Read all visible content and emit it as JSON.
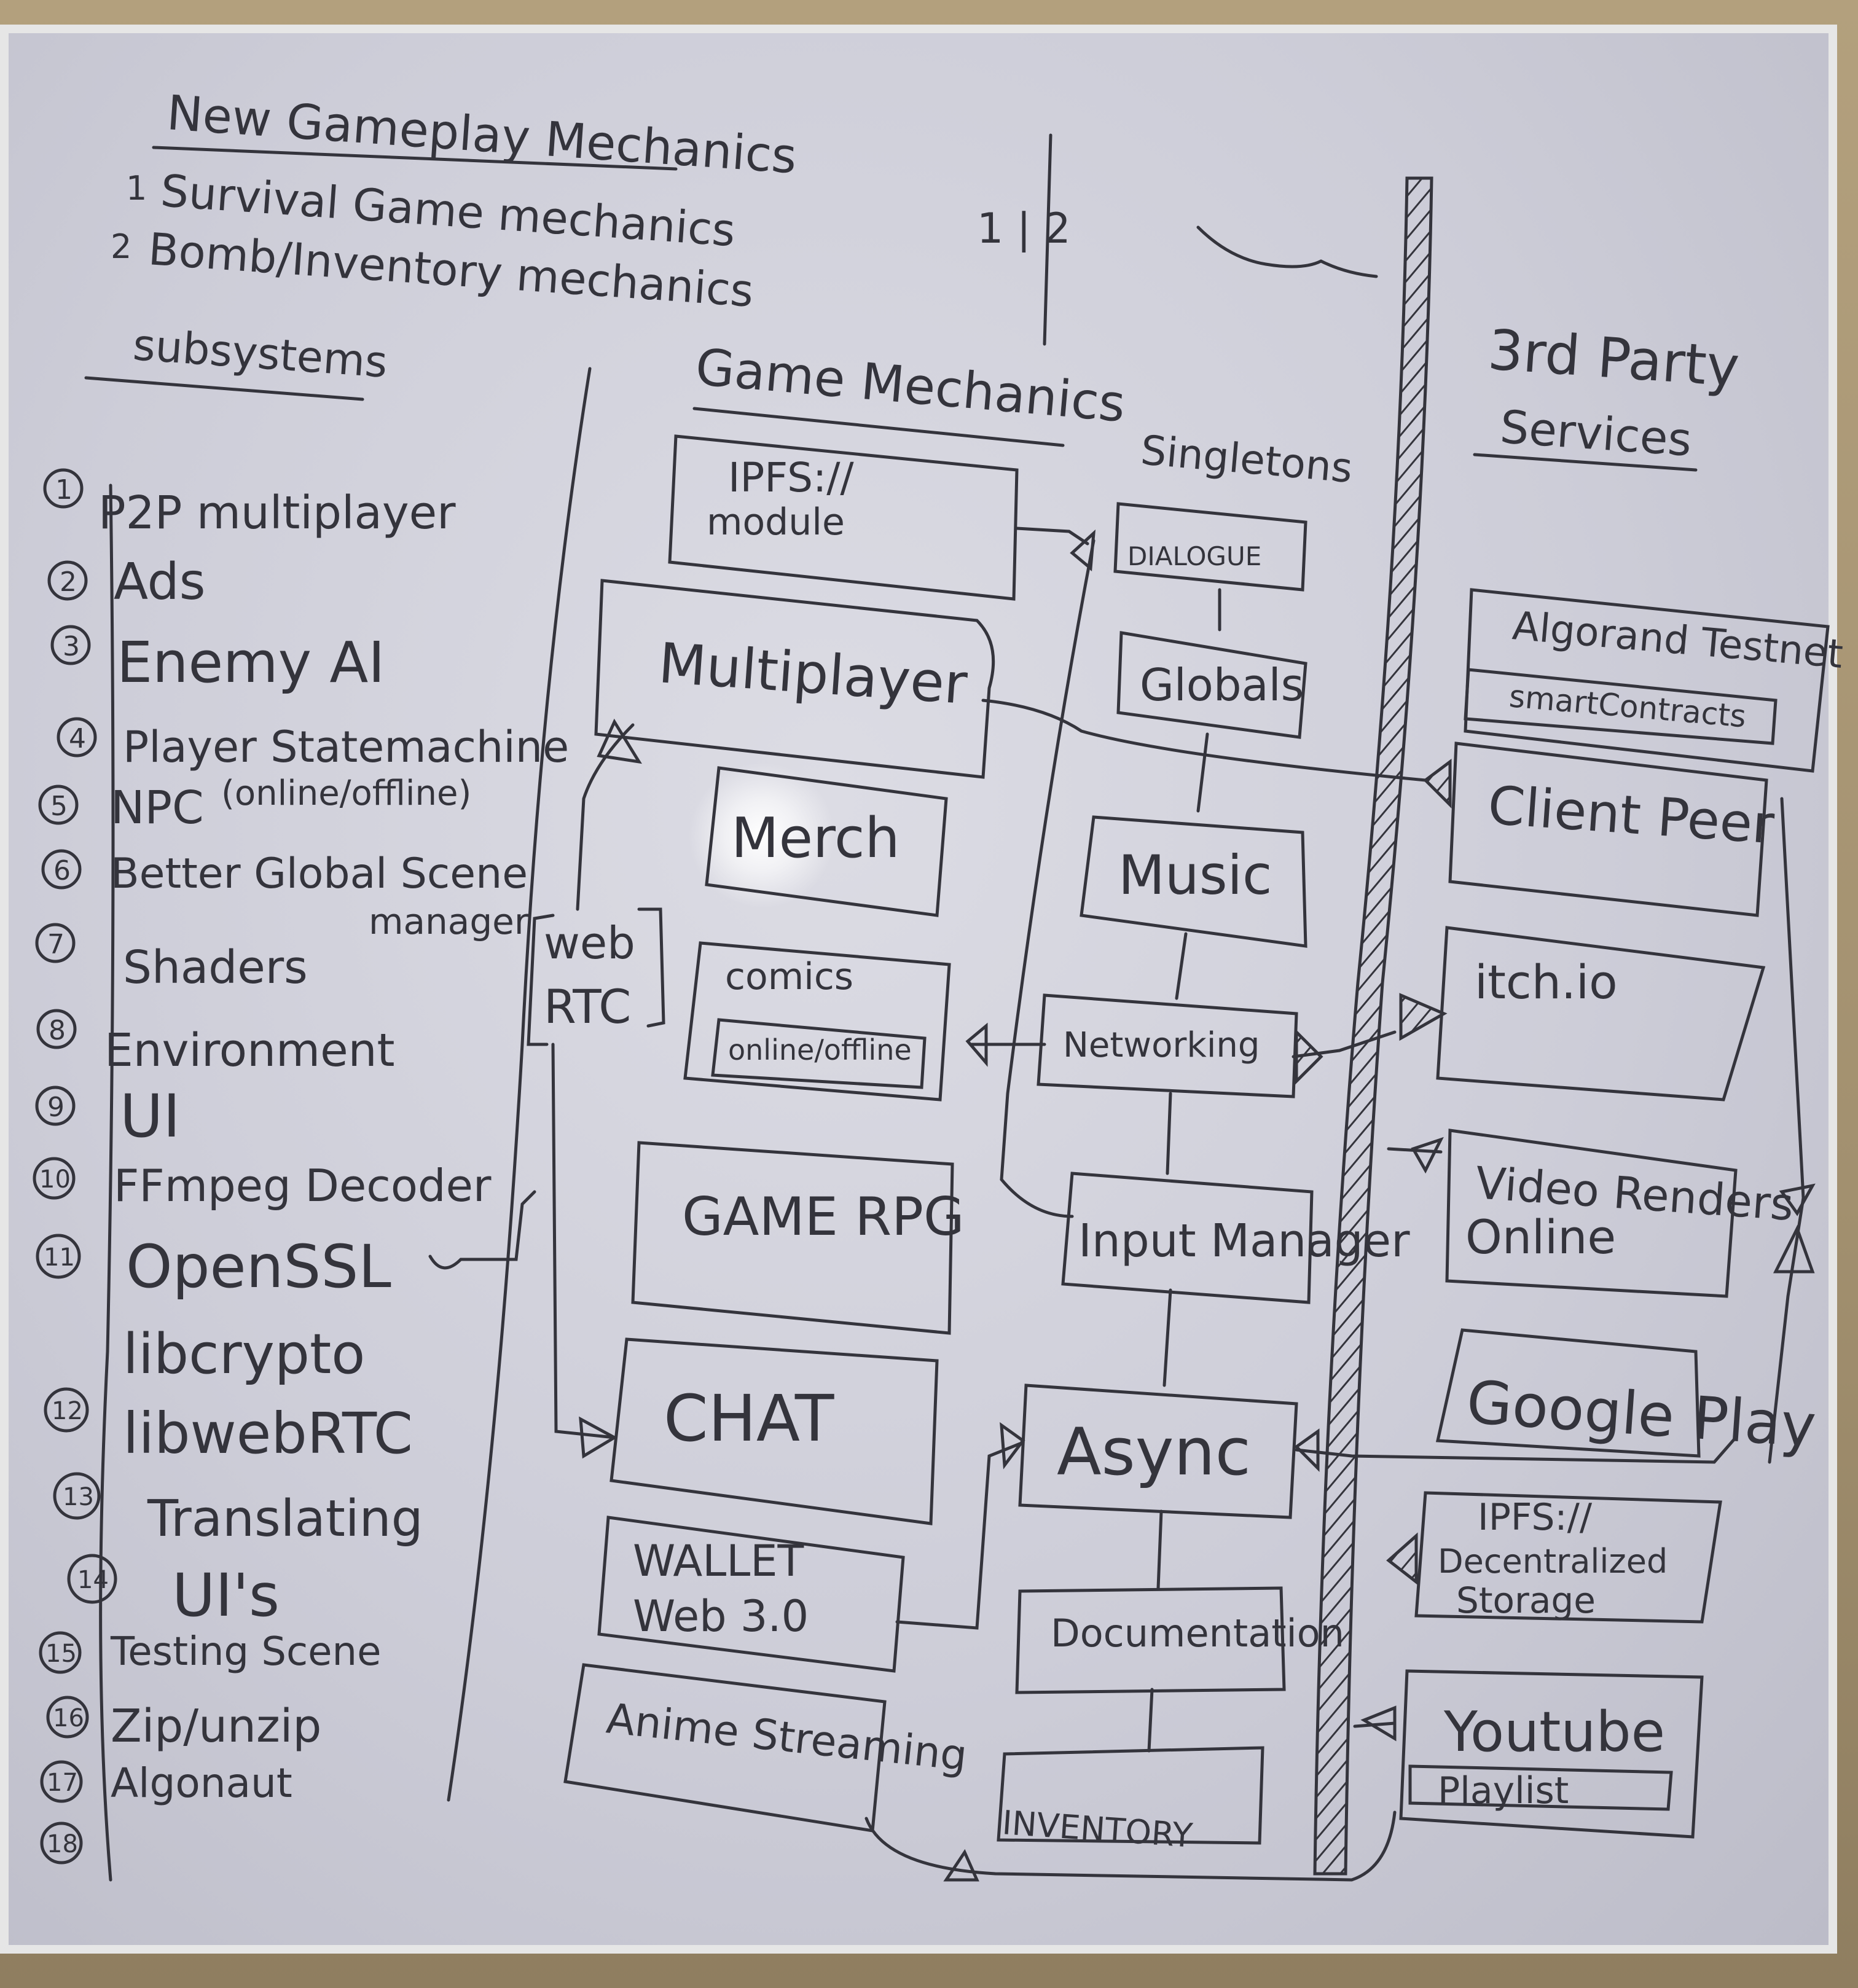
{
  "whiteboard": {
    "heading": {
      "title": "New Gameplay Mechanics",
      "items": [
        "Survival Game mechanics",
        "Bomb/Inventory mechanics"
      ],
      "numbers": [
        "1",
        "2"
      ],
      "corner": "1 | 2"
    },
    "subsystems": {
      "title": "subsystems",
      "items": [
        {
          "num": "1",
          "label": "P2P multiplayer"
        },
        {
          "num": "2",
          "label": "Ads"
        },
        {
          "num": "3",
          "label": "Enemy AI"
        },
        {
          "num": "4",
          "label": "Player Statemachine"
        },
        {
          "num": "5",
          "label": "NPC",
          "note": "(online/offline)"
        },
        {
          "num": "6",
          "label": "Better Global Scene",
          "label2": "manager"
        },
        {
          "num": "7",
          "label": "Shaders"
        },
        {
          "num": "8",
          "label": "Environment"
        },
        {
          "num": "9",
          "label": "UI"
        },
        {
          "num": "10",
          "label": "FFmpeg Decoder"
        },
        {
          "num": "11",
          "label": "OpenSSL",
          "label2": "libcrypto"
        },
        {
          "num": "12",
          "label": "libwebRTC"
        },
        {
          "num": "13",
          "label": "Translating"
        },
        {
          "num": "14",
          "label": "UI's"
        },
        {
          "num": "15",
          "label": "Testing Scene"
        },
        {
          "num": "16",
          "label": "Zip/unzip"
        },
        {
          "num": "17",
          "label": "Algonaut"
        },
        {
          "num": "18",
          "label": ""
        }
      ]
    },
    "webrtc": {
      "line1": "web",
      "line2": "RTC"
    },
    "game_mechanics": {
      "title": "Game Mechanics",
      "ipfs_module": {
        "line1": "IPFS://",
        "line2": "module"
      },
      "multiplayer": "Multiplayer",
      "merch": "Merch",
      "comics": {
        "line1": "comics",
        "line2": "online/offline"
      },
      "game_rpg": "GAME RPG",
      "chat": "CHAT",
      "wallet": {
        "line1": "WALLET",
        "line2": "Web 3.0"
      },
      "anime": "Anime Streaming"
    },
    "singletons": {
      "title": "Singletons",
      "items": [
        "DIALOGUE",
        "Globals",
        "Music",
        "Networking",
        "Input Manager",
        "Async",
        "Documentation",
        "INVENTORY"
      ]
    },
    "third_party": {
      "title_line1": "3rd Party",
      "title_line2": "Services",
      "algorand": {
        "line1": "Algorand Testnet",
        "line2": "smartContracts"
      },
      "client_peer": "Client Peer",
      "itch": "itch.io",
      "video_renders": {
        "line1": "Video Renders",
        "line2": "Online"
      },
      "google_play": "Google Play",
      "ipfs_storage": {
        "line1": "IPFS://",
        "line2": "Decentralized",
        "line3": "Storage"
      },
      "youtube": {
        "line1": "Youtube",
        "line2": "Playlist"
      }
    }
  }
}
